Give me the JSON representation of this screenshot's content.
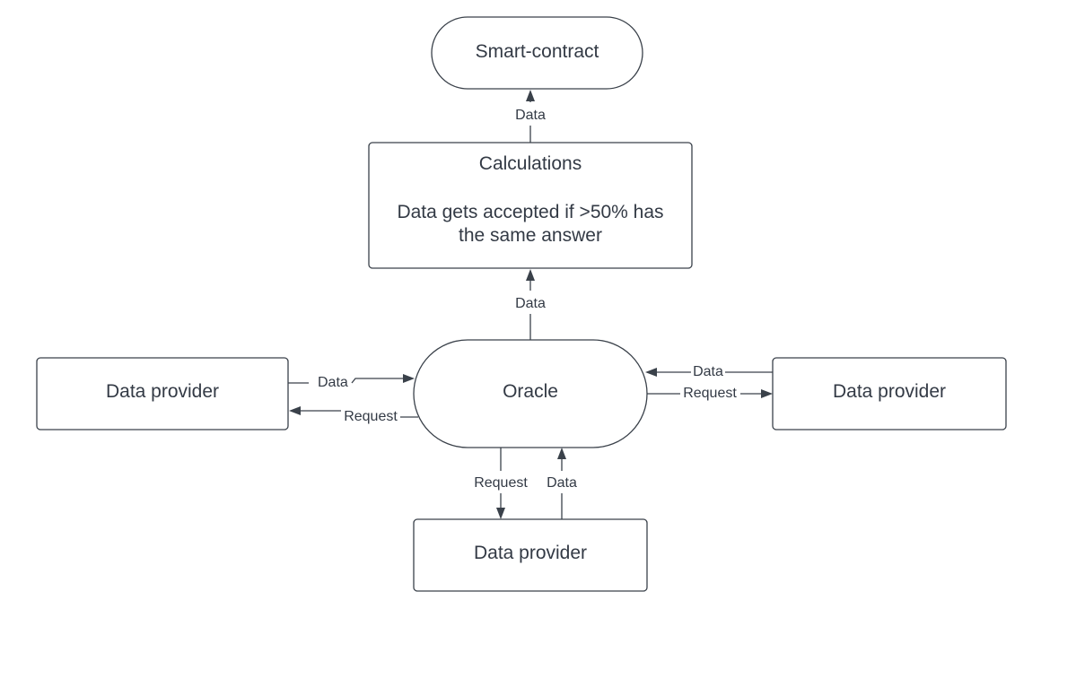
{
  "nodes": {
    "smart_contract": "Smart-contract",
    "calculations": {
      "title": "Calculations",
      "rule_line1": "Data gets accepted if >50% has",
      "rule_line2": "the same answer"
    },
    "oracle": "Oracle",
    "provider_left": "Data provider",
    "provider_right": "Data provider",
    "provider_bottom": "Data provider"
  },
  "edges": {
    "calc_to_contract": "Data",
    "oracle_to_calc": "Data",
    "left_to_oracle": "Data",
    "oracle_to_left": "Request",
    "right_to_oracle": "Data",
    "oracle_to_right": "Request",
    "oracle_to_bottom": "Request",
    "bottom_to_oracle": "Data"
  },
  "colors": {
    "stroke": "#3a414a",
    "text": "#333a45",
    "background": "#ffffff"
  }
}
